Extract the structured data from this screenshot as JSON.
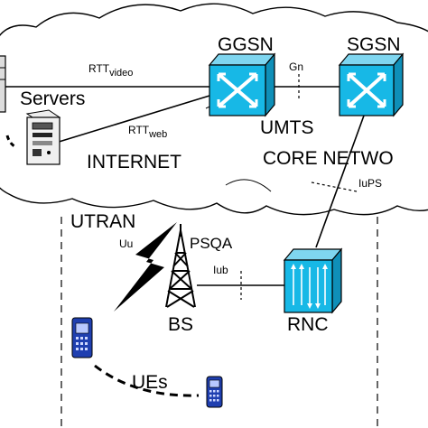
{
  "nodes": {
    "ggsn": "GGSN",
    "sgsn": "SGSN",
    "servers": "Servers",
    "bs": "BS",
    "rnc": "RNC",
    "ues": "UEs"
  },
  "regions": {
    "internet": "INTERNET",
    "core_line1": "UMTS",
    "core_line2": "CORE NETWO",
    "utran": "UTRAN"
  },
  "links": {
    "rtt_video_main": "RTT",
    "rtt_video_sub": "video",
    "rtt_web_main": "RTT",
    "rtt_web_sub": "web",
    "gn": "Gn",
    "iups": "IuPS",
    "iub": "Iub",
    "uu": "Uu",
    "psqa": "PSQA"
  },
  "colors": {
    "switch_fill": "#17b8e6",
    "line": "#000000",
    "phone_fill": "#1f3fb0"
  }
}
